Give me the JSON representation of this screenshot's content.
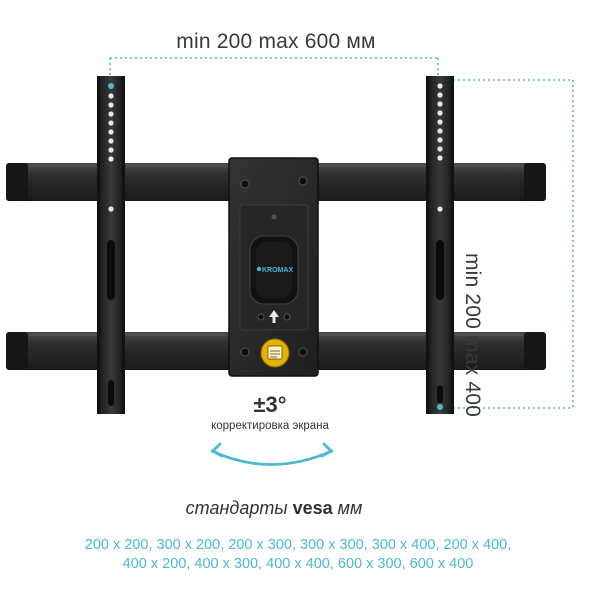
{
  "dimension_horizontal": "min 200 max 600 мм",
  "dimension_vertical": "min 200 max 400",
  "tilt": {
    "value": "±3°",
    "caption": "корректировка экрана"
  },
  "vesa": {
    "heading_prefix": "стандарты",
    "heading_brand": "vesa",
    "heading_unit": "мм",
    "sizes_line1": "200 x 200, 300 x 200, 200 x 300, 300 x 300, 300 x 400, 200 x 400,",
    "sizes_line2": "400 x 200, 400 x 300, 400 x 400, 600 x 300, 600 x 400"
  },
  "colors": {
    "accent": "#4cb8d4",
    "metal": "#2a2a2a",
    "text": "#333333"
  },
  "icons": [
    "kromax-logo",
    "certification-sticker-icon",
    "up-arrow-icon",
    "curved-double-arrow-icon"
  ]
}
